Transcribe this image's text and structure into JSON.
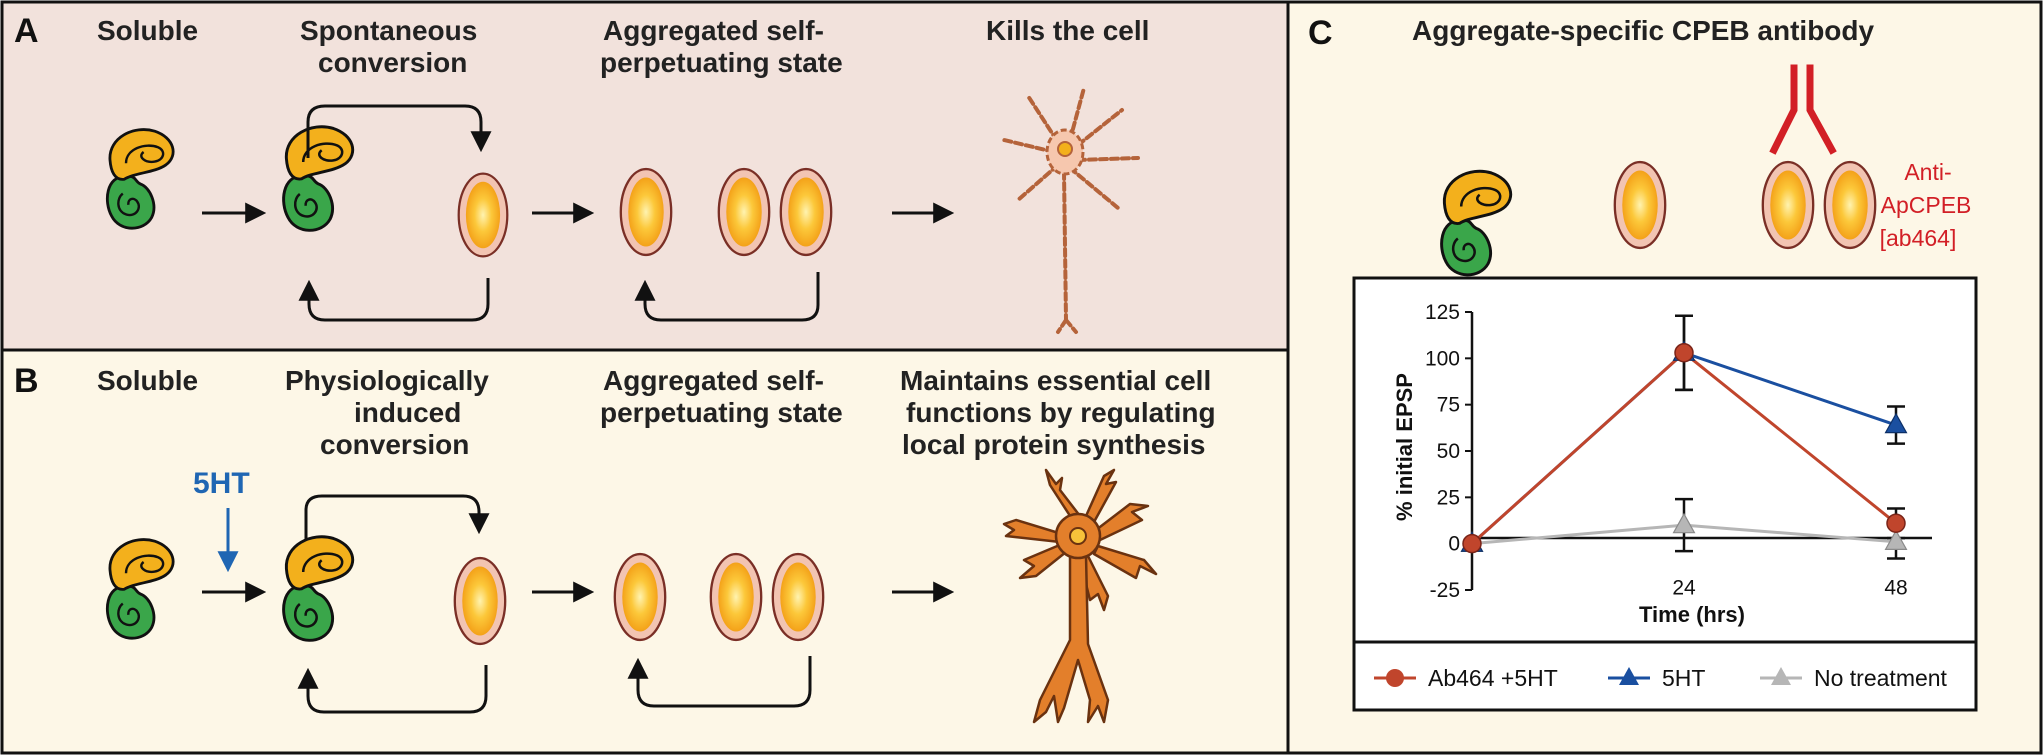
{
  "panels": {
    "a": {
      "letter": "A",
      "labels": [
        "Soluble",
        "Spontaneous",
        "conversion",
        "Aggregated self-",
        "perpetuating state",
        "Kills the cell"
      ]
    },
    "b": {
      "letter": "B",
      "labels": [
        "Soluble",
        "Physiologically",
        "induced",
        "conversion",
        "Aggregated self-",
        "perpetuating state",
        "Maintains essential cell",
        "functions by regulating",
        "local protein synthesis"
      ],
      "stimulus": "5HT"
    },
    "c": {
      "letter": "C",
      "title": "Aggregate-specific CPEB antibody",
      "antibody_label": [
        "Anti-",
        "ApCPEB",
        "[ab464]"
      ]
    }
  },
  "colors": {
    "panel_a_bg": "#f2e2dc",
    "panel_bc_bg": "#fdf7e7",
    "ab464": "#c0452c",
    "ht5": "#1a4fa0",
    "no_treatment": "#b6b6b6",
    "antibody": "#d21f26",
    "prion_yellow": "#f3b01c",
    "prion_green": "#3aa64a"
  },
  "chart_data": {
    "type": "line",
    "x": [
      0,
      24,
      48
    ],
    "xticks": [
      "24",
      "48"
    ],
    "xlabel": "Time (hrs)",
    "ylabel": "% initial EPSP",
    "yticks": [
      "125",
      "100",
      "75",
      "50",
      "25",
      "0",
      "-25"
    ],
    "ylim": [
      -25,
      125
    ],
    "series": [
      {
        "name": "Ab464 +5HT",
        "marker": "circle",
        "values": [
          0,
          103,
          11
        ],
        "errors": [
          0,
          20,
          8
        ]
      },
      {
        "name": "5HT",
        "marker": "triangle",
        "values": [
          0,
          103,
          64
        ],
        "errors": [
          0,
          20,
          10
        ]
      },
      {
        "name": "No treatment",
        "marker": "triangle",
        "values": [
          0,
          10,
          1
        ],
        "errors": [
          0,
          14,
          9
        ]
      }
    ],
    "legend_position": "bottom"
  }
}
